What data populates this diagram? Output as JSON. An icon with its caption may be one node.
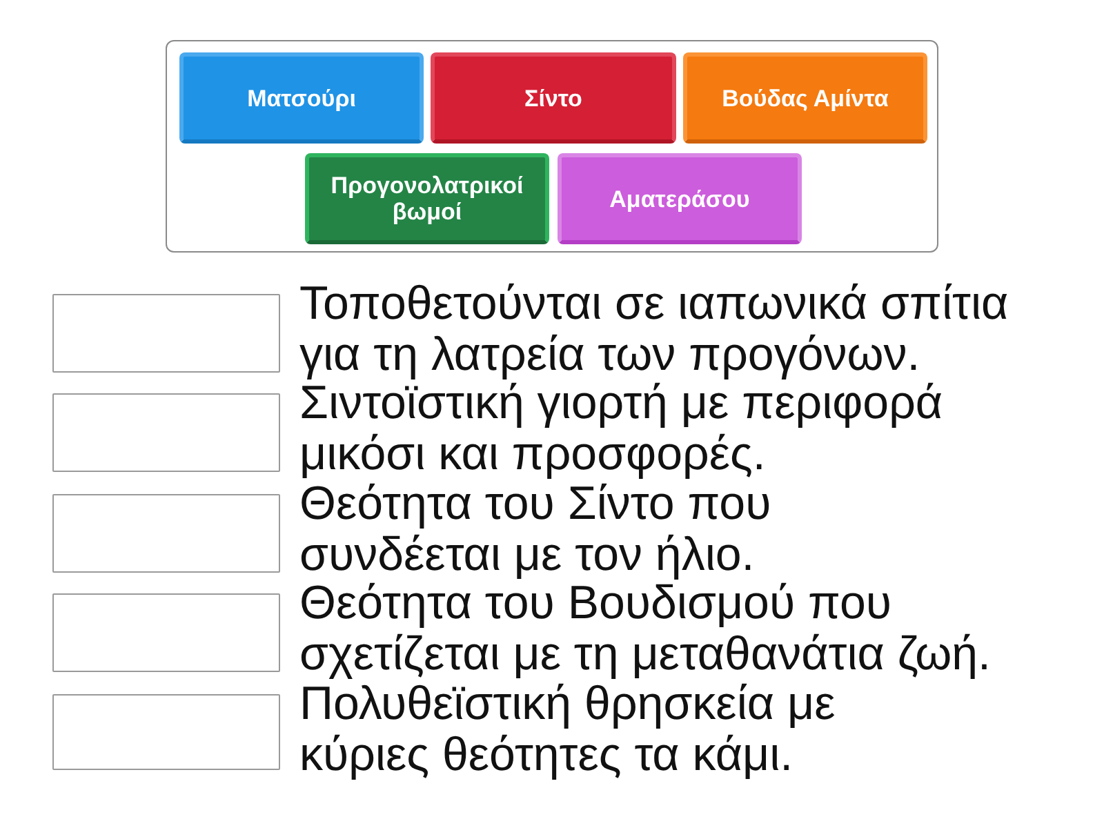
{
  "diagram": {
    "nodes": [
      {
        "text": [],
        "shape": "box"
      },
      {
        "text": [
          "Ματσούρι"
        ],
        "in": 0
      },
      {
        "text": [
          "Σίντο"
        ],
        "in": 0
      },
      {
        "text": [
          "Βούδας Αμίντα"
        ],
        "in": 0
      },
      {
        "text": [
          "Προγονολατρικοί βωμοί"
        ],
        "in": 0
      },
      {
        "text": [
          "Αματεράσου"
        ],
        "in": 0
      },
      {
        "text": [],
        "shape": "box",
        "beside": [
          "Τοποθετούνται σε ιαπωνικά σπίτια για τη λατρεία των προγόνων."
        ]
      },
      {
        "text": [],
        "shape": "box",
        "beside": [
          "Σιντοϊστική γιορτή με περιφορά μικόσι και προσφορές."
        ]
      },
      {
        "text": [],
        "shape": "box",
        "beside": [
          "Θεότητα του Σίντο που συνδέεται με τον ήλιο."
        ]
      },
      {
        "text": [],
        "shape": "box",
        "beside": [
          "Θεότητα του Βουδισμού που σχετίζεται με τη μεταθανάτια ζωή."
        ]
      },
      {
        "text": [],
        "shape": "box",
        "beside": [
          "Πολυθεϊστική θρησκεία με κύριες θεότητες τα κάμι."
        ]
      }
    ]
  }
}
